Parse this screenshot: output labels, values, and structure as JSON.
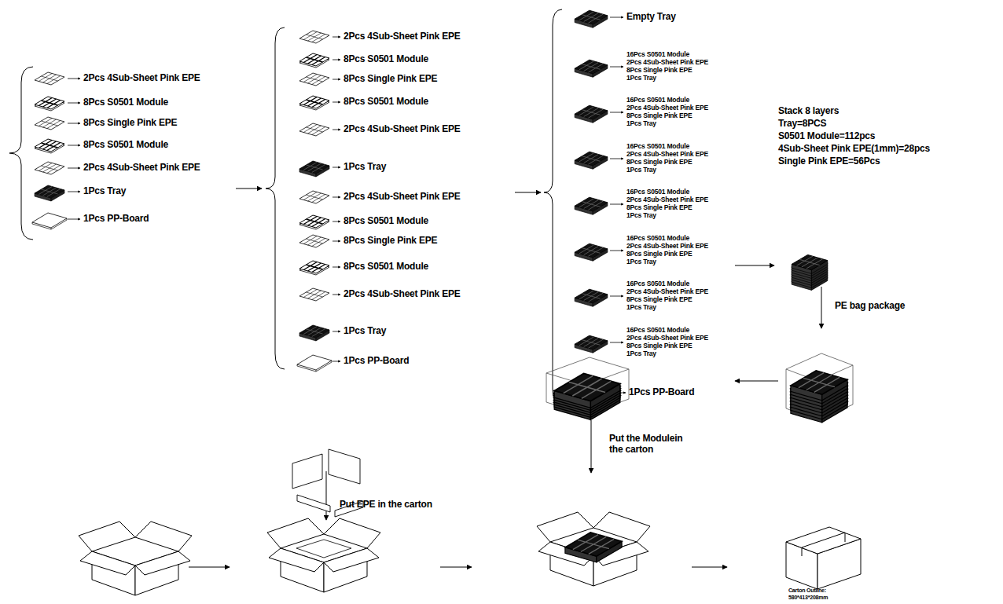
{
  "diagram": {
    "labels": [
      "2Pcs 4Sub-Sheet Pink EPE",
      "8Pcs S0501 Module",
      "8Pcs Single Pink EPE",
      "8Pcs S0501 Module",
      "2Pcs 4Sub-Sheet Pink EPE",
      "1Pcs Tray",
      "1Pcs PP-Board",
      "2Pcs 4Sub-Sheet Pink EPE",
      "8Pcs S0501 Module",
      "8Pcs Single Pink EPE",
      "8Pcs S0501 Module",
      "2Pcs 4Sub-Sheet Pink EPE",
      "1Pcs Tray",
      "2Pcs 4Sub-Sheet Pink EPE",
      "8Pcs S0501 Module",
      "8Pcs Single Pink EPE",
      "8Pcs S0501 Module",
      "2Pcs 4Sub-Sheet Pink EPE",
      "1Pcs Tray",
      "1Pcs PP-Board",
      "Empty Tray",
      "16Pcs S0501 Module",
      "2Pcs 4Sub-Sheet Pink EPE",
      "8Pcs Single Pink EPE",
      "1Pcs Tray",
      "16Pcs S0501 Module",
      "2Pcs 4Sub-Sheet Pink EPE",
      "8Pcs Single Pink EPE",
      "1Pcs Tray",
      "16Pcs S0501 Module",
      "2Pcs 4Sub-Sheet Pink EPE",
      "8Pcs Single Pink EPE",
      "1Pcs Tray",
      "16Pcs S0501 Module",
      "2Pcs 4Sub-Sheet Pink EPE",
      "8Pcs Single Pink EPE",
      "1Pcs Tray",
      "16Pcs S0501 Module",
      "2Pcs 4Sub-Sheet Pink EPE",
      "8Pcs Single Pink EPE",
      "1Pcs Tray",
      "16Pcs S0501 Module",
      "2Pcs 4Sub-Sheet Pink EPE",
      "8Pcs Single Pink EPE",
      "1Pcs Tray",
      "16Pcs S0501 Module",
      "2Pcs 4Sub-Sheet Pink EPE",
      "8Pcs Single Pink EPE",
      "1Pcs Tray",
      "1Pcs PP-Board",
      "Stack 8 layers",
      "Tray=8PCS",
      "S0501 Module=112pcs",
      "4Sub-Sheet Pink EPE(1mm)=28pcs",
      "Single Pink EPE=56Pcs",
      "PE bag package",
      "Put EPE in the carton",
      "Put the Modulein the carton",
      "Carton Outline:",
      "580*413*208mm"
    ]
  }
}
